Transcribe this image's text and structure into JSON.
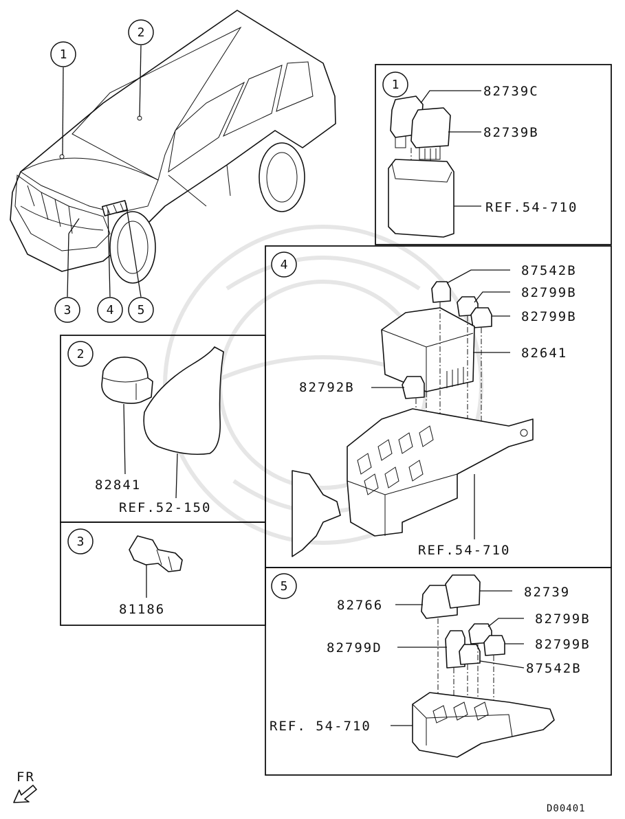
{
  "diagram": {
    "overview": {
      "callouts": [
        "1",
        "2",
        "3",
        "4",
        "5"
      ]
    },
    "panels": [
      {
        "id": "1",
        "labels": [
          "82739C",
          "82739B",
          "REF.54-710"
        ]
      },
      {
        "id": "2",
        "labels": [
          "82841",
          "REF.52-150"
        ]
      },
      {
        "id": "3",
        "labels": [
          "81186"
        ]
      },
      {
        "id": "4",
        "labels": [
          "87542B",
          "82799B",
          "82799B",
          "82641",
          "82792B",
          "REF.54-710"
        ]
      },
      {
        "id": "5",
        "labels": [
          "82739",
          "82766",
          "82799B",
          "82799B",
          "82799D",
          "87542B",
          "REF. 54-710"
        ]
      }
    ],
    "direction_label": "FR",
    "diagram_code": "D00401"
  }
}
